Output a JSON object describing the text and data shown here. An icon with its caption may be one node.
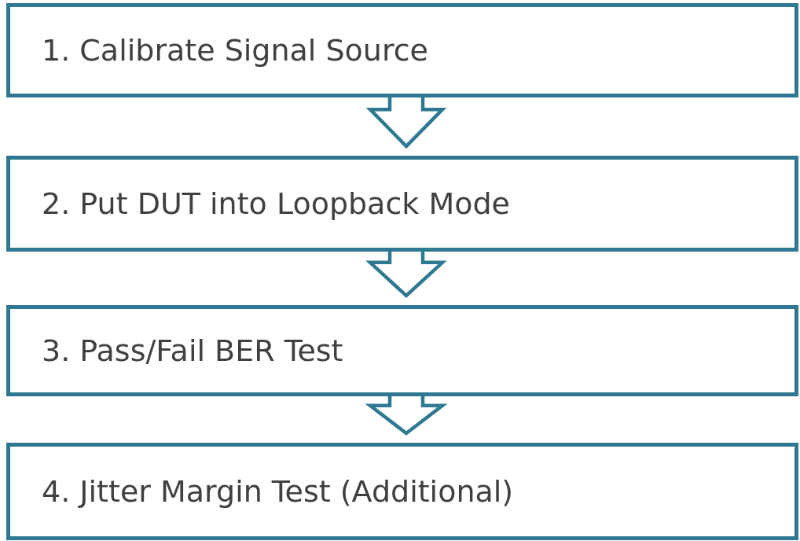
{
  "diagram": {
    "nodes": [
      {
        "text": [
          "1. Calibrate Signal Source"
        ]
      },
      {
        "text": [
          "2. Put DUT into Loopback Mode"
        ]
      },
      {
        "text": [
          "3. Pass/Fail BER Test"
        ]
      },
      {
        "text": [
          "4. Jitter Margin Test (Additional)"
        ]
      }
    ],
    "edges": [
      {
        "from": 0,
        "to": 1,
        "arrow": "to"
      },
      {
        "from": 1,
        "to": 2,
        "arrow": "to"
      },
      {
        "from": 2,
        "to": 3,
        "arrow": "to"
      }
    ]
  }
}
